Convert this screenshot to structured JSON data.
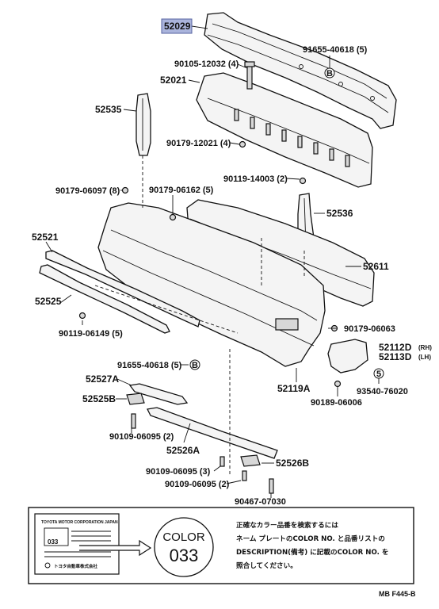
{
  "labels": {
    "p52029": "52029",
    "p91655_top": "91655-40618 (5)",
    "p90105": "90105-12032 (4)",
    "p52021": "52021",
    "p52535": "52535",
    "p90179_12021": "90179-12021 (4)",
    "p90119_14003": "90119-14003 (2)",
    "p90179_06097": "90179-06097 (8)",
    "p90179_06162": "90179-06162 (5)",
    "p52536": "52536",
    "p52521": "52521",
    "p52611": "52611",
    "p52525": "52525",
    "p90119_06149": "90119-06149 (5)",
    "p90179_06063": "90179-06063",
    "p52112D": "52112D",
    "p52112D_side": "(RH)",
    "p52113D": "52113D",
    "p52113D_side": "(LH)",
    "p91655_mid": "91655-40618 (5)",
    "p52119A": "52119A",
    "p52527A": "52527A",
    "p93540": "93540-76020",
    "p52525B": "52525B",
    "p90189": "90189-06006",
    "p90109_a": "90109-06095 (2)",
    "p52526A": "52526A",
    "p90109_b": "90109-06095 (3)",
    "p52526B": "52526B",
    "p90109_c": "90109-06095 (2)",
    "p90467": "90467-07030"
  },
  "markers": {
    "ref_b": "B",
    "ref_5": "5"
  },
  "notice": {
    "color_word": "COLOR",
    "color_code": "033",
    "plate_code": "033",
    "plate_heading": "TOYOTA MOTOR CORPORATION JAPAN",
    "plate_footer": "トヨタ自動車株式会社",
    "line1": "正確なカラー品番を検索するには",
    "line2": "ネーム プレートのCOLOR NO. と品番リストの",
    "line3": "DESCRIPTION(備考) に記載のCOLOR NO. を",
    "line4": "照合してください。"
  },
  "footer": {
    "code": "MB F445-B"
  },
  "colors": {
    "highlight": "#aab4dc",
    "ink": "#111111",
    "paper": "#ffffff"
  }
}
